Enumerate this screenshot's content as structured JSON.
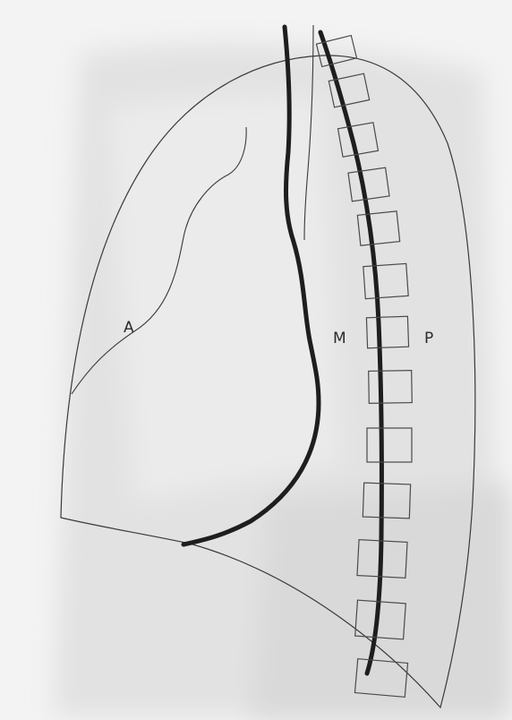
{
  "labels": {
    "a": "A",
    "m": "M",
    "p": "P"
  },
  "colors": {
    "background": "#f4f4f4",
    "film_shadow": "#dcdcdc",
    "thin_line": "#3a3a3a",
    "thick_line": "#1e1e1e",
    "vertebra_outline": "#4a4a4a"
  }
}
